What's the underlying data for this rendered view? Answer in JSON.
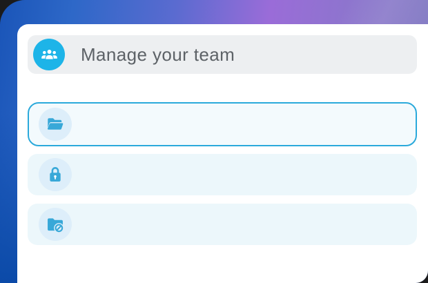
{
  "header": {
    "title": "Manage your team",
    "icon": "team-icon"
  },
  "list": {
    "items": [
      {
        "id": "open-folder",
        "icon": "folder-open-icon",
        "selected": true
      },
      {
        "id": "locked",
        "icon": "lock-icon",
        "selected": false
      },
      {
        "id": "blocked-folder",
        "icon": "folder-blocked-icon",
        "selected": false
      }
    ]
  },
  "colors": {
    "accent": "#1db4e8",
    "accent_border": "#2aa9db",
    "icon": "#38a8d8",
    "header_bar_bg": "#edeff1",
    "title_text": "#5d6267",
    "card_bg": "#ffffff",
    "item_bg": "#ecf7fb",
    "item_selected_bg": "#f3fafd",
    "icon_circle_bg": "#ddeefa",
    "corner_dark": "#1b1b1b",
    "grad_1": "#1a55b8",
    "grad_2": "#2e68c8",
    "grad_3": "#5b6bd0",
    "grad_4": "#9a6cd8",
    "grad_5": "#8b76cc",
    "grad_6": "#7b79bd",
    "grad_low": "#0b4aa8"
  }
}
